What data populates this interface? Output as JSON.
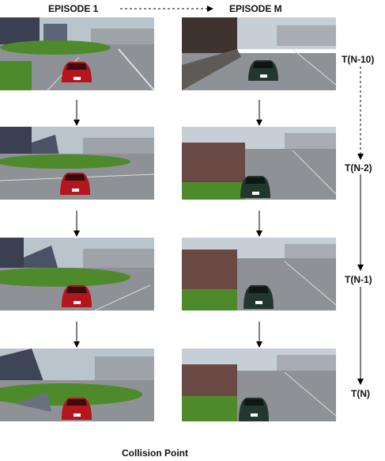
{
  "titles": {
    "episode_1": "EPISODE 1",
    "episode_m": "EPISODE M"
  },
  "time_steps": [
    "T(N-10)",
    "T(N-2)",
    "T(N-1)",
    "T(N)"
  ],
  "caption": "Collision Point",
  "colors": {
    "arrow": "#000000",
    "red_car": "#b3161c",
    "green_car": "#23372f",
    "grass": "#4e8a2c",
    "road": "#8e9195",
    "sky": "#b9c4cc"
  }
}
